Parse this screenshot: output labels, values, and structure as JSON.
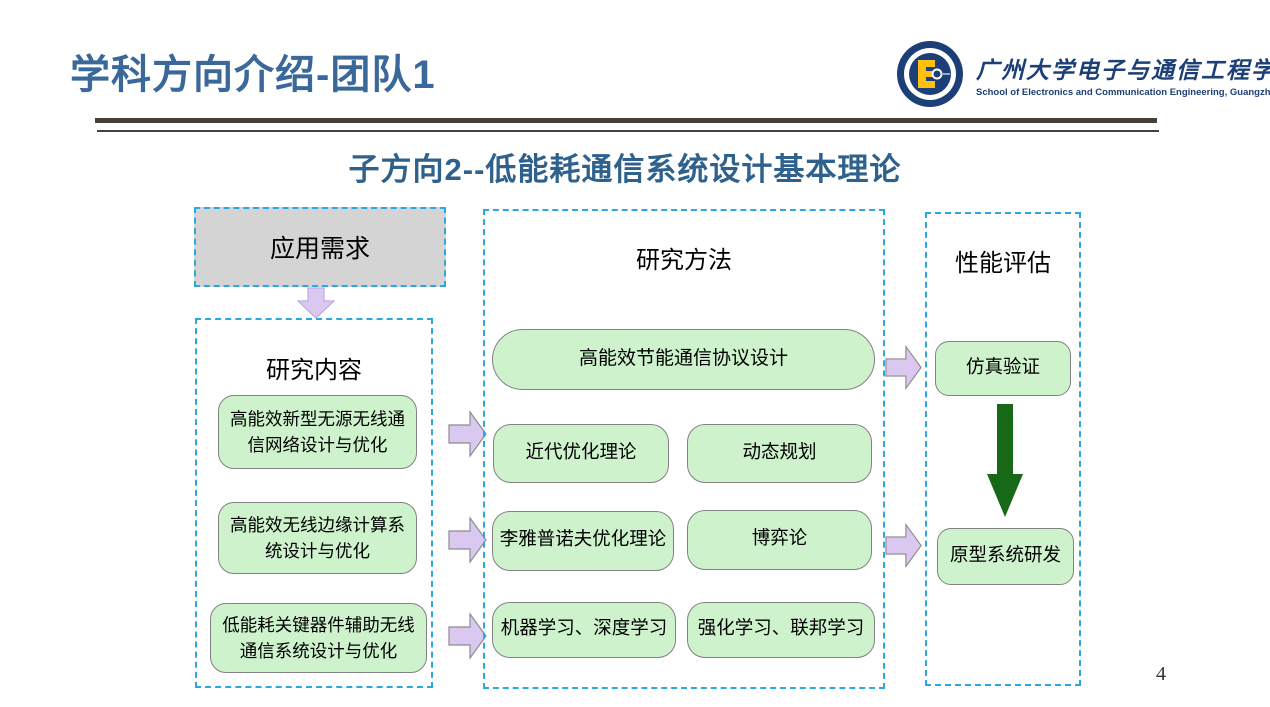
{
  "header": {
    "title": "学科方向介绍-团队1",
    "logo": {
      "name_cn": "广州大学电子与通信工程学院",
      "name_en": "School of Electronics and Communication Engineering, Guangzhou University"
    }
  },
  "subtitle": "子方向2--低能耗通信系统设计基本理论",
  "diagram": {
    "application_box": "应用需求",
    "research_content": {
      "title": "研究内容",
      "items": [
        "高能效新型无源无线通信网络设计与优化",
        "高能效无线边缘计算系统设计与优化",
        "低能耗关键器件辅助无线通信系统设计与优化"
      ]
    },
    "research_methods": {
      "title": "研究方法",
      "protocol": "高能效节能通信协议设计",
      "left_items": [
        "近代优化理论",
        "李雅普诺夫优化理论",
        "机器学习、深度学习"
      ],
      "right_items": [
        "动态规划",
        "博弈论",
        "强化学习、联邦学习"
      ]
    },
    "evaluation": {
      "title": "性能评估",
      "simulation": "仿真验证",
      "prototype": "原型系统研发"
    }
  },
  "page_number": "4",
  "colors": {
    "title_blue": "#3A689A",
    "subtitle_blue": "#2F618D",
    "dashed_border_blue": "#2CA8E0",
    "green_fill": "#CDF2CC",
    "green_border": "#828282",
    "gray_fill": "#D4D4D4",
    "purple_arrow_fill": "#DBC8F1",
    "dark_green_arrow": "#176917",
    "logo_navy": "#1C3F78",
    "logo_yellow": "#FFC013",
    "rule_dark": "#474039"
  }
}
